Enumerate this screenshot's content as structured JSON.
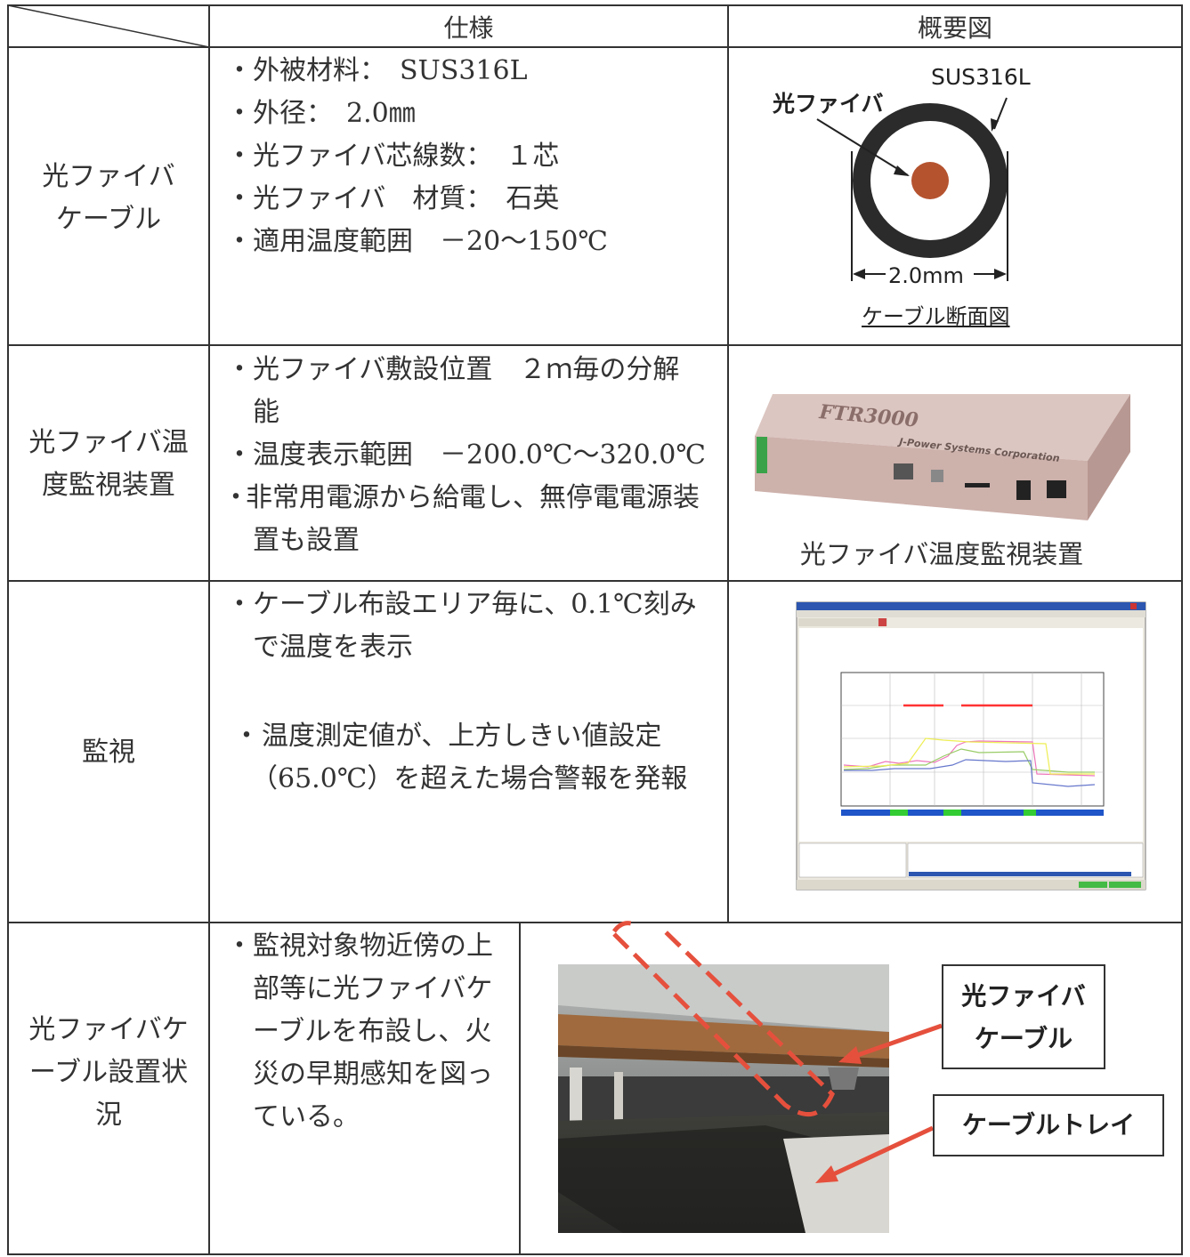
{
  "header": {
    "spec": "仕様",
    "diagram": "概要図"
  },
  "rows": [
    {
      "label_lines": [
        "光ファイバ",
        "ケーブル"
      ],
      "spec": [
        "外被材料：　SUS316L",
        "外径：　2.0㎜",
        "光ファイバ芯線数：　１芯",
        "光ファイバ　材質：　石英",
        "適用温度範囲　－20～150℃"
      ],
      "diagram": {
        "fiber_label": "光ファイバ",
        "sheath_label": "SUS316L",
        "diameter_label": "2.0mm",
        "caption": "ケーブル断面図",
        "colors": {
          "core": "#b5532f",
          "sheath": "#2b2b2b"
        }
      }
    },
    {
      "label_lines": [
        "光ファイバ温",
        "度監視装置"
      ],
      "spec": [
        {
          "bullet": "・",
          "lines": [
            "光ファイバ敷設位置　２ｍ毎の分解",
            "能"
          ]
        },
        {
          "bullet": "・",
          "lines": [
            "温度表示範囲　－200.0℃～320.0℃"
          ]
        },
        {
          "bullet": "・",
          "lines": [
            "非常用電源から給電し、無停電電源装",
            "置も設置"
          ]
        }
      ],
      "device": {
        "model": "FTR3000",
        "maker": "J-Power Systems Corporation",
        "caption": "光ファイバ温度監視装置"
      }
    },
    {
      "label_lines": [
        "監視"
      ],
      "spec": [
        {
          "lines": [
            "ケーブル布設エリア毎に、0.1℃刻み",
            "で温度を表示"
          ]
        },
        {
          "lines": [
            "温度測定値が、上方しきい値設定",
            "（65.0℃）を超えた場合警報を発報"
          ]
        }
      ]
    },
    {
      "label_lines": [
        "光ファイバケ",
        "ーブル設置状",
        "況"
      ],
      "spec_lines": [
        "監視対象物近傍の上",
        "部等に光ファイバケ",
        "ーブルを布設し、火",
        "災の早期感知を図っ",
        "ている。"
      ],
      "photo": {
        "callout_fiber_lines": [
          "光ファイバ",
          "ケーブル"
        ],
        "callout_tray": "ケーブルトレイ",
        "colors": {
          "arrow": "#e5503d"
        }
      }
    }
  ]
}
